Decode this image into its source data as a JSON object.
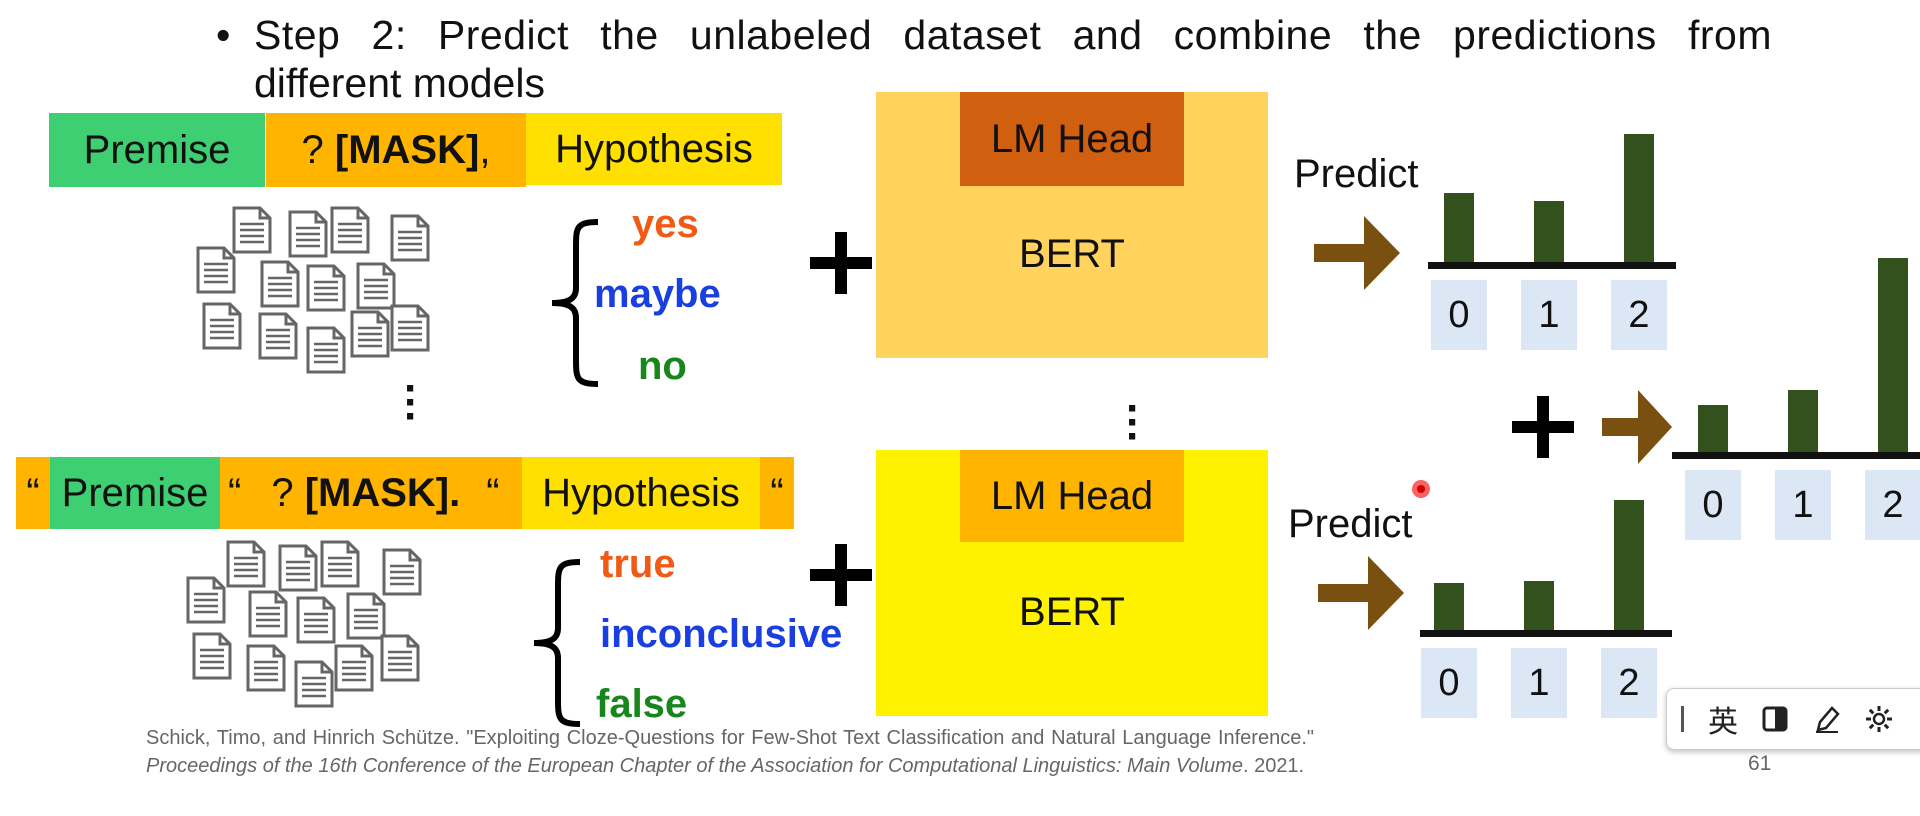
{
  "slide": {
    "bullet_text": "Step 2: Predict the unlabeled dataset and combine the predictions from",
    "bullet_text2": "different models",
    "bullet_symbol": "•"
  },
  "template1": {
    "premise": "Premise",
    "mask_prefix": "? ",
    "mask": "[MASK]",
    "mask_suffix": ",",
    "hypothesis": "Hypothesis",
    "verbalizers": [
      "yes",
      "maybe",
      "no"
    ]
  },
  "template2": {
    "q1": "“",
    "premise": "Premise",
    "q2": "“",
    "mask_prefix": "? ",
    "mask": "[MASK].",
    "q3": "“",
    "hypothesis": "Hypothesis",
    "q4": "“",
    "verbalizers": [
      "true",
      "inconclusive",
      "false"
    ]
  },
  "model1": {
    "lm_head": "LM Head",
    "bert": "BERT"
  },
  "model2": {
    "lm_head": "LM Head",
    "bert": "BERT"
  },
  "predict1": "Predict",
  "predict2": "Predict",
  "plus": "+",
  "colors": {
    "verbalizer_1": "#f05a14",
    "verbalizer_2": "#1a3fe0",
    "verbalizer_3": "#17871d",
    "lm_head1": "#d05f10",
    "bert1": "#ffd35e",
    "lm_head2": "#ffb400",
    "bert2": "#fff200",
    "bar": "#33511d",
    "arrow": "#7a5010"
  },
  "chart_data": [
    {
      "type": "bar",
      "categories": [
        "0",
        "1",
        "2"
      ],
      "values": [
        0.54,
        0.48,
        1.0
      ],
      "title": "",
      "xlabel": "",
      "ylabel": ""
    },
    {
      "type": "bar",
      "categories": [
        "0",
        "1",
        "2"
      ],
      "values": [
        0.36,
        0.38,
        1.0
      ],
      "title": "",
      "xlabel": "",
      "ylabel": ""
    },
    {
      "type": "bar",
      "categories": [
        "0",
        "1",
        "2"
      ],
      "values": [
        0.24,
        0.32,
        1.0
      ],
      "title": "",
      "xlabel": "",
      "ylabel": ""
    }
  ],
  "reference": {
    "plain": "Schick, Timo, and Hinrich Schütze. \"Exploiting Cloze-Questions for Few-Shot Text Classification and Natural Language Inference.\" ",
    "italic": "Proceedings of the 16th Conference of the European Chapter of the Association for Computational Linguistics: Main Volume",
    "tail": ". 2021."
  },
  "page_number": "61",
  "ime_toolbar": {
    "lang_label": "英",
    "icons": [
      "cursor-icon",
      "half-width-icon",
      "pen-icon",
      "gear-icon"
    ]
  }
}
